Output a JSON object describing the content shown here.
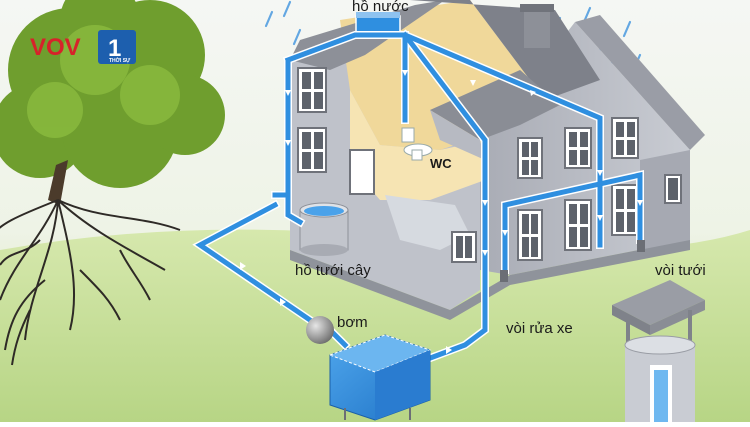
{
  "logo": {
    "brand": "VOV",
    "channel": "1",
    "sub": "THỜI SỰ"
  },
  "labels": {
    "tank": "hồ nước",
    "wc": "WC",
    "garden_tank": "hồ tưới cây",
    "pump": "bơm",
    "car_wash_tap": "vòi rửa xe",
    "garden_tap": "vòi tưới"
  },
  "colors": {
    "pipe": "#2f8fe0",
    "pipe_outline": "#ffffff",
    "wall": "#b9bcc4",
    "roof": "#8d9098",
    "interior": "#f3dfa4",
    "grass": "#cfe3a0",
    "sky": "#f4f6f2",
    "brand_red": "#d7222a",
    "brand_blue": "#1d5fae"
  }
}
